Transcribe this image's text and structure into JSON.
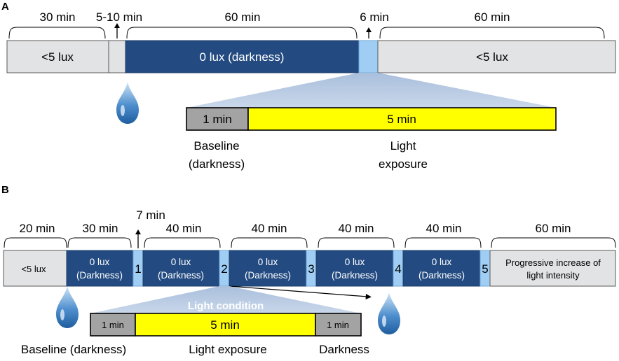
{
  "panel_a": {
    "letter": "A",
    "durations": {
      "d1": "30 min",
      "d2": "5-10 min",
      "d3": "60 min",
      "d4": "6 min",
      "d5": "60 min"
    },
    "segments": {
      "s1": "<5 lux",
      "s3": "0 lux (darkness)",
      "s5": "<5 lux"
    },
    "zoom": {
      "z1": "1 min",
      "z2": "5 min"
    },
    "captions": {
      "baseline_line1": "Baseline",
      "baseline_line2": "(darkness)",
      "light_line1": "Light",
      "light_line2": "exposure"
    }
  },
  "panel_b": {
    "letter": "B",
    "durations": {
      "d1": "20 min",
      "d2": "30 min",
      "d3": "7 min",
      "d4": "40 min",
      "d5": "40 min",
      "d6": "40 min",
      "d7": "40 min",
      "d8": "60 min"
    },
    "segments": {
      "s1": "<5 lux",
      "dark_line1": "0 lux",
      "dark_line2": "(Darkness)",
      "n1": "1",
      "n2": "2",
      "n3": "3",
      "n4": "4",
      "n5": "5",
      "end_line1": "Progressive increase of",
      "end_line2": "light intensity"
    },
    "light_condition": "Light condition",
    "zoom": {
      "z1": "1 min",
      "z2": "5 min",
      "z3": "1 min"
    },
    "captions": {
      "c1": "Baseline (darkness)",
      "c2": "Light exposure",
      "c3": "Darkness"
    }
  },
  "colors": {
    "navy": "#234b81",
    "light_blue": "#9fcdf3",
    "light_gray": "#e2e3e4",
    "gray": "#a3a3a3",
    "yellow": "#ffff00",
    "triangle": "#b7cae3"
  },
  "icons": {
    "drop": "water-drop-icon",
    "arrow": "up-arrow-icon"
  }
}
